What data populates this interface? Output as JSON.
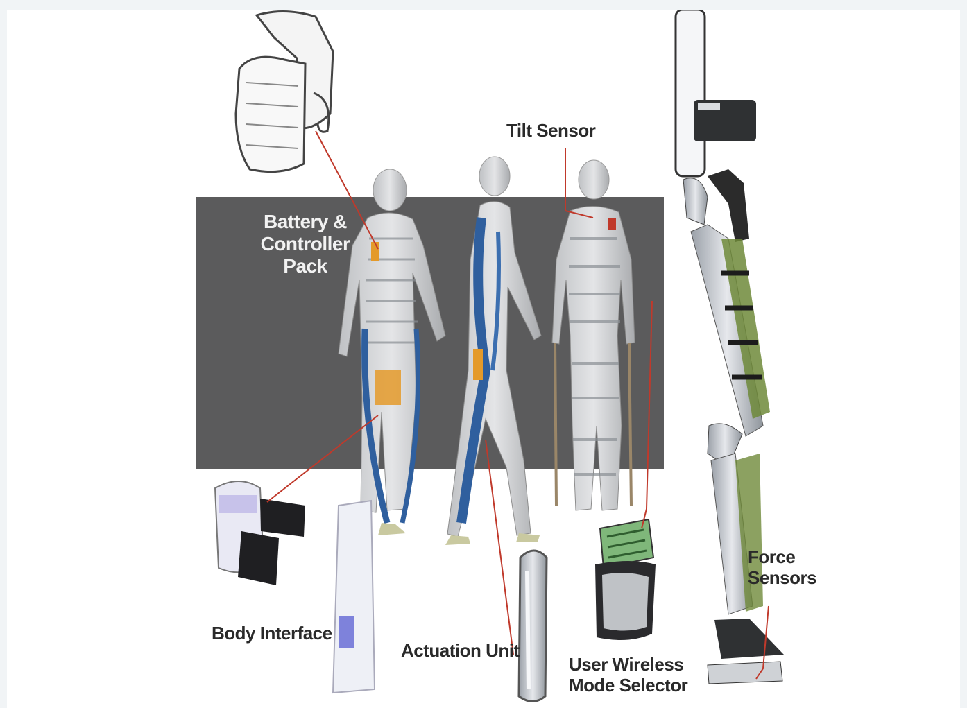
{
  "labels": {
    "tilt_sensor": "Tilt Sensor",
    "battery_pack": "Battery &\nController\nPack",
    "body_interface": "Body Interface",
    "actuation_unit": "Actuation Unit",
    "user_wireless": "User Wireless\nMode Selector",
    "force_sensors": "Force\nSensors"
  },
  "colors": {
    "backdrop": "#5a5a5a",
    "leader_line": "#c0392b",
    "figure": "#cfd0d2",
    "actuator_blue": "#2f5f9e",
    "accent_orange": "#e49a2a",
    "exo_green": "#6f8a3a"
  },
  "icons": {
    "battery_pack": "battery-vest-icon",
    "body_interface": "strap-cuff-icon",
    "foot_plate": "foot-plate-icon",
    "actuation_unit": "actuator-capsule-icon",
    "wireless_selector": "wrist-remote-icon",
    "exo_leg": "exoskeleton-leg-icon"
  }
}
